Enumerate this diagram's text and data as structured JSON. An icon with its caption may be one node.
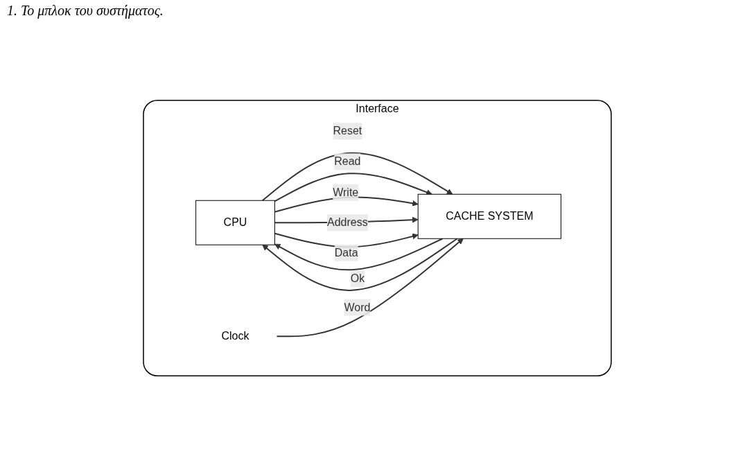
{
  "diagram": {
    "title": "1. Το μπλοκ του συστήματος.",
    "nodes": [
      {
        "text": [
          "Interface"
        ]
      },
      {
        "text": [
          "CPU"
        ],
        "in": 0
      },
      {
        "text": [
          "CACHE SYSTEM"
        ],
        "in": 0
      },
      {
        "text": [
          "Clock"
        ],
        "in": 0
      }
    ],
    "edges": [
      {
        "from": 1,
        "to": 2,
        "arrow": "to",
        "label": "Reset"
      },
      {
        "from": 1,
        "to": 2,
        "arrow": "to",
        "label": "Read"
      },
      {
        "from": 1,
        "to": 2,
        "arrow": "to",
        "label": "Write"
      },
      {
        "from": 1,
        "to": 2,
        "arrow": "to",
        "label": "Address"
      },
      {
        "from": 1,
        "to": 2,
        "arrow": "to",
        "label": "Data"
      },
      {
        "from": 2,
        "to": 1,
        "arrow": "to",
        "label": "Ok"
      },
      {
        "from": 2,
        "to": 1,
        "arrow": "to",
        "label": "Word"
      },
      {
        "from": 3,
        "to": 2,
        "arrow": "to"
      }
    ]
  }
}
